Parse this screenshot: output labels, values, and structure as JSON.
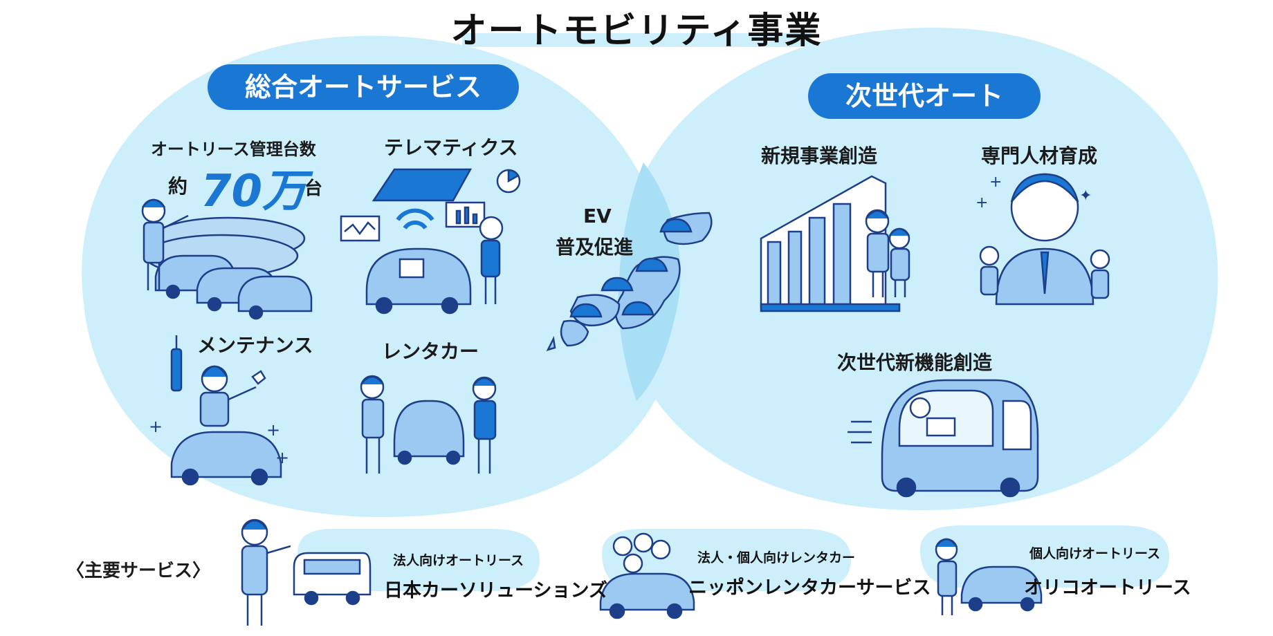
{
  "title": "オートモビリティ事業",
  "left_group": {
    "heading": "総合オートサービス",
    "fleet": {
      "label": "オートリース管理台数",
      "prefix": "約",
      "number": "70万",
      "suffix": "台"
    },
    "telematics": "テレマティクス",
    "maintenance": "メンテナンス",
    "rental": "レンタカー"
  },
  "overlap": {
    "line1": "EV",
    "line2": "普及促進"
  },
  "right_group": {
    "heading": "次世代オート",
    "new_business": "新規事業創造",
    "talent": "専門人材育成",
    "next_gen": "次世代新機能創造"
  },
  "services": {
    "label": "〈主要サービス〉",
    "items": [
      {
        "sub": "法人向けオートリース",
        "name": "日本カーソリューションズ"
      },
      {
        "sub": "法人・個人向けレンタカー",
        "name": "ニッポンレンタカーサービス"
      },
      {
        "sub": "個人向けオートリース",
        "name": "オリコオートリース"
      }
    ]
  },
  "colors": {
    "primary_blue": "#1a77d4",
    "circle_fill": "#cdeefb",
    "overlap_fill": "#a8dff5",
    "car_fill": "#9cc9f2",
    "ink": "#1d3f8a"
  }
}
